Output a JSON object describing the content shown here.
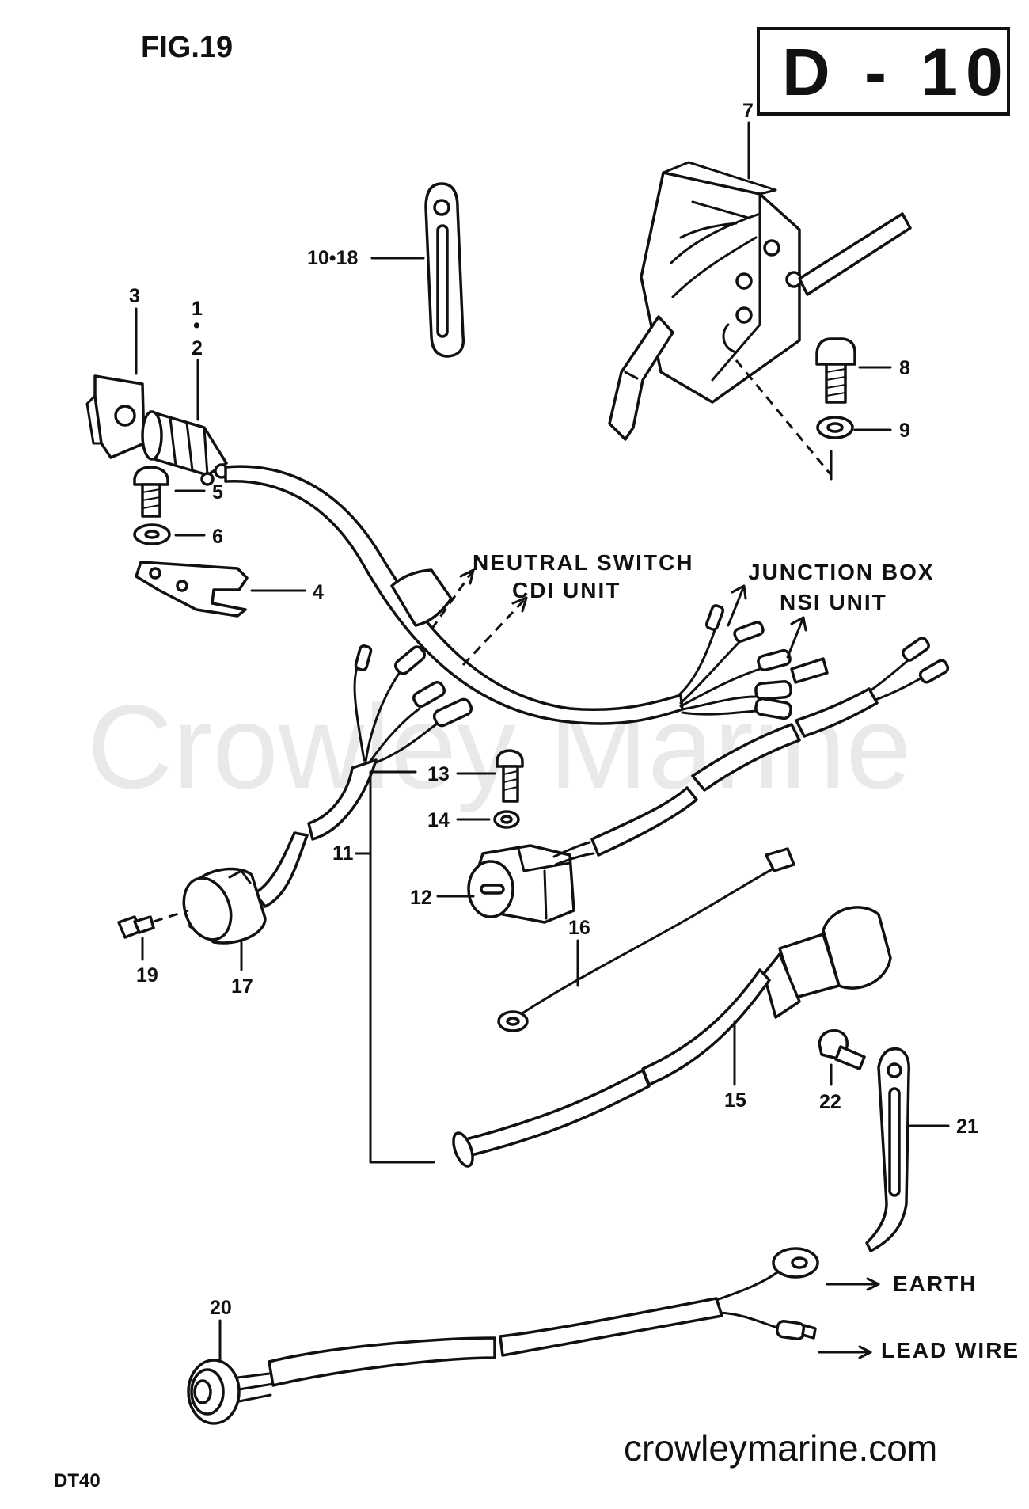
{
  "figure": "FIG.19",
  "section_code": "D - 10",
  "model": "DT40",
  "watermark": "Crowley Marine",
  "website": "crowleymarine.com",
  "callouts": {
    "neutral_switch": "NEUTRAL SWITCH",
    "cdi_unit": "CDI UNIT",
    "junction_box": "JUNCTION BOX",
    "nsi_unit": "NSI UNIT",
    "earth": "EARTH",
    "lead_wire": "LEAD WIRE"
  },
  "parts": {
    "p1": "1",
    "p1_sep": "•",
    "p2": "2",
    "p3": "3",
    "p4": "4",
    "p5": "5",
    "p6": "6",
    "p7": "7",
    "p8": "8",
    "p9": "9",
    "p10_18": "10•18",
    "p11": "11",
    "p12": "12",
    "p13": "13",
    "p14": "14",
    "p15": "15",
    "p16": "16",
    "p17": "17",
    "p19": "19",
    "p20": "20",
    "p21": "21",
    "p22": "22"
  }
}
